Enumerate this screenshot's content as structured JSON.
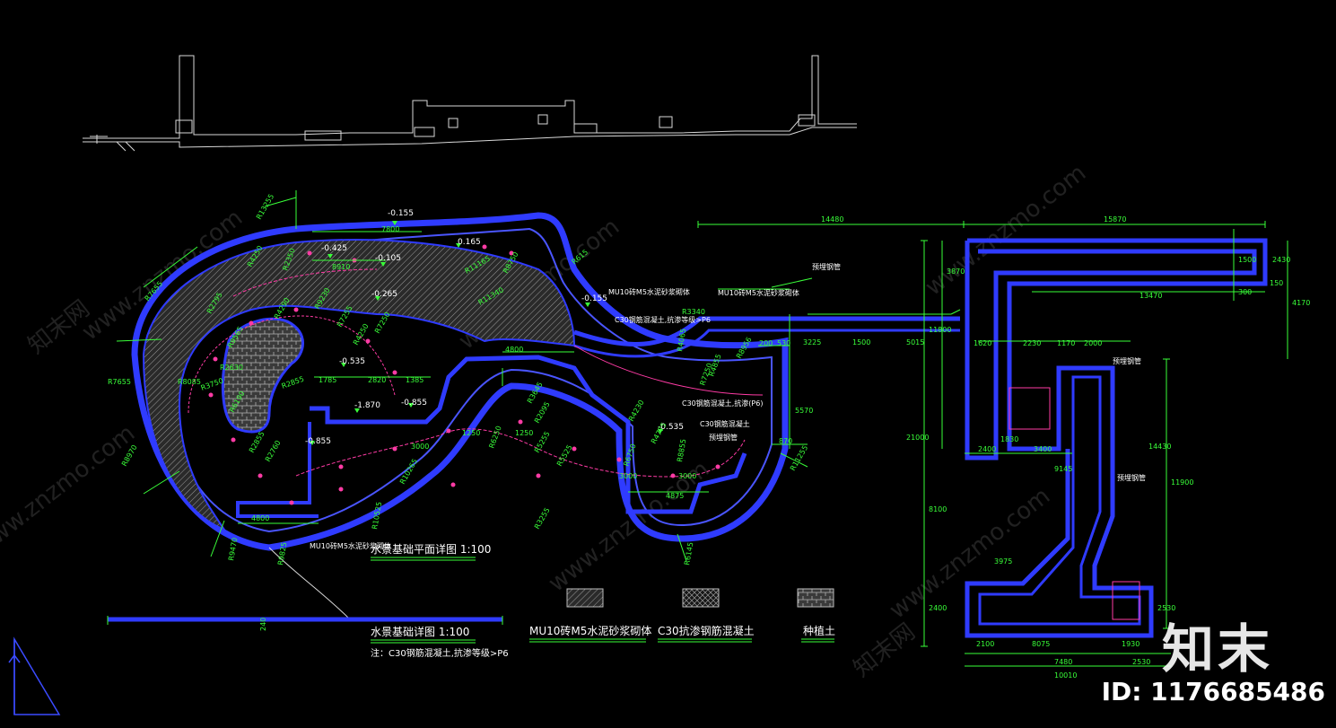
{
  "drawing": {
    "plan_title": "水景基础平面详图 1:100",
    "section_title": "水景基础详图 1:100",
    "note": "注：C30钢筋混凝土,抗渗等级>P6",
    "callouts": {
      "wall_upper": "MU10砖M5水泥砂浆砌体",
      "wall_lower": "MU10砖M5水泥砂浆砌体",
      "wall_right": "MU10砖M5水泥砂浆砌体",
      "concrete_a": "C30钢筋混凝土,抗渗等级>P6",
      "concrete_b": "C30钢筋混凝土,抗渗(P6)",
      "concrete_c": "C30钢筋混凝土",
      "pipe_a": "预埋钢管",
      "pipe_b": "预埋钢管",
      "pipe_c": "预埋钢管",
      "pipe_d": "预埋钢管"
    },
    "section_dim": "240",
    "elevations": [
      "-0.155",
      "-0.425",
      "-0.105",
      "0.165",
      "-0.265",
      "-0.155",
      "-0.535",
      "-1.870",
      "-0.855",
      "-0.855",
      "-0.535"
    ],
    "dims_top": {
      "d14480": "14480",
      "d15870": "15870",
      "d13470": "13470",
      "d2430": "2430",
      "d1500": "1500",
      "d300": "300",
      "d150": "150",
      "d3870": "3870",
      "d4170": "4170",
      "d21000": "21000",
      "d11800": "11800",
      "d11900": "11900",
      "d14430": "14430",
      "d8100": "8100",
      "d2400": "2400",
      "d2530": "2530",
      "d9145": "9145"
    },
    "dims_plan": [
      "7800",
      "8910",
      "4800",
      "1785",
      "2820",
      "1385",
      "3000",
      "4800",
      "3000",
      "4875",
      "3225",
      "1500",
      "5015",
      "1620",
      "2230",
      "1170",
      "2000",
      "2400",
      "3400",
      "2100",
      "1830",
      "3975",
      "7480",
      "10010",
      "8075",
      "2530",
      "1930",
      "3000",
      "1250",
      "1250",
      "5570",
      "870",
      "200",
      "530"
    ],
    "radii": [
      "R13255",
      "R7655",
      "R9565",
      "R2795",
      "R7655",
      "R8085",
      "R3750",
      "R6190",
      "R2630",
      "R4290",
      "R2855",
      "R2855",
      "R9230",
      "R4250",
      "R2350",
      "R7255",
      "R4250",
      "R7250",
      "R11165",
      "R8750",
      "R11340",
      "R615",
      "R3340",
      "R4065",
      "R8956",
      "R4855",
      "R7250",
      "R10265",
      "R5255",
      "R5525",
      "R6750",
      "R8855",
      "R6250",
      "R3645",
      "R2095",
      "R4230",
      "R4775",
      "R11255",
      "R10525",
      "R9825",
      "R9470",
      "R8970",
      "R3255",
      "R6145",
      "R2760"
    ]
  },
  "legend": [
    {
      "label": "MU10砖M5水泥砂浆砌体",
      "pattern": "hatch-diag"
    },
    {
      "label": "C30抗渗钢筋混凝土",
      "pattern": "hatch-cross"
    },
    {
      "label": "种植土",
      "pattern": "hatch-brick"
    }
  ],
  "watermarks": [
    "www.znzmo.com",
    "知末网"
  ],
  "brand": "知末",
  "image_id": "ID: 1176685486",
  "colors": {
    "background": "#000000",
    "wall": "#2f3bff",
    "dimension": "#39ff39",
    "line": "#ffffff",
    "accent": "#ff3ba5",
    "hatch": "#8a8a8a"
  }
}
